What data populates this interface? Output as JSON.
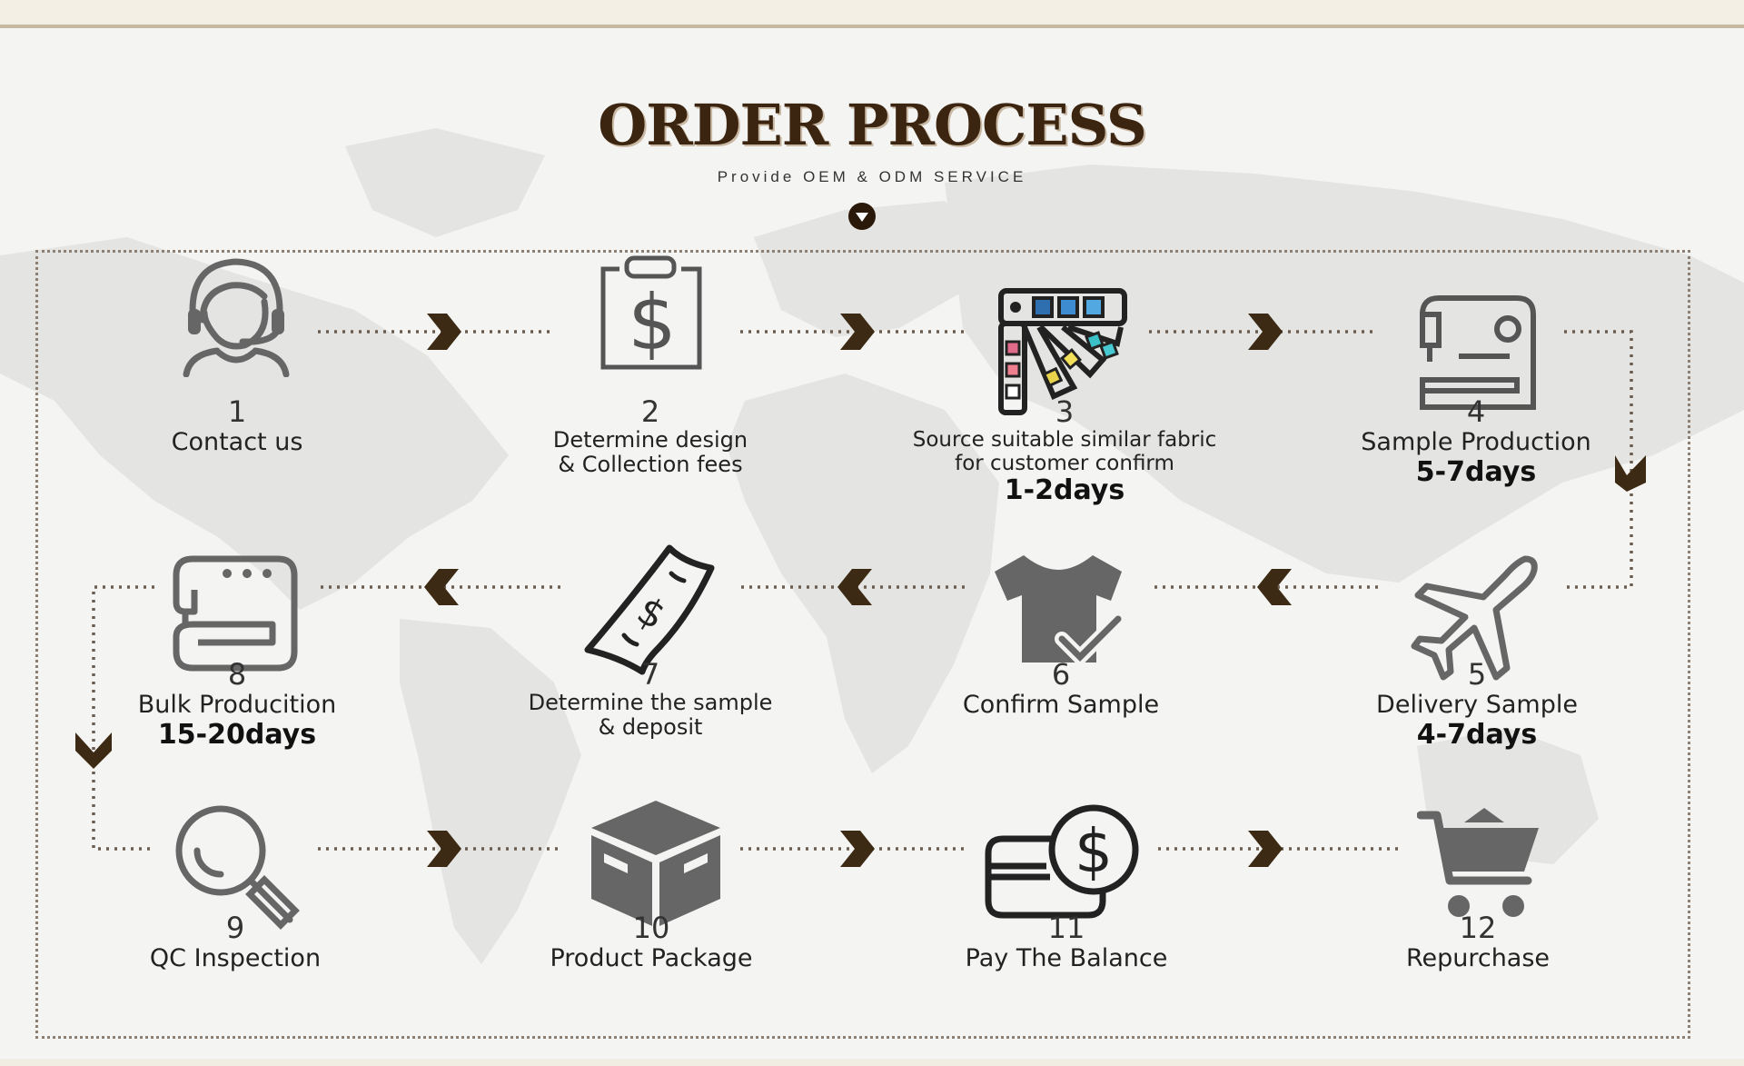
{
  "title": "ORDER PROCESS",
  "subtitle": "Provide OEM & ODM SERVICE",
  "colors": {
    "accent": "#3b2410",
    "icon": "#666666",
    "text": "#222222",
    "dots": "#6b5c50"
  },
  "steps": [
    {
      "number": "1",
      "label": "Contact us",
      "icon": "headset-person-icon"
    },
    {
      "number": "2",
      "label_lines": [
        "Determine design",
        "& Collection fees"
      ],
      "icon": "dollar-clipboard-icon"
    },
    {
      "number": "3",
      "label_lines": [
        "Source suitable similar fabric",
        "for customer confirm"
      ],
      "days": "1-2days",
      "icon": "color-swatch-icon"
    },
    {
      "number": "4",
      "label": "Sample Production",
      "days": "5-7days",
      "icon": "sewing-machine-icon"
    },
    {
      "number": "5",
      "label": "Delivery Sample",
      "days": "4-7days",
      "icon": "airplane-icon"
    },
    {
      "number": "6",
      "label": "Confirm Sample",
      "icon": "shirt-check-icon"
    },
    {
      "number": "7",
      "label_lines": [
        "Determine the sample",
        "& deposit"
      ],
      "icon": "dollar-bill-icon"
    },
    {
      "number": "8",
      "label": "Bulk Producition",
      "days": "15-20days",
      "icon": "sewing-machine-icon"
    },
    {
      "number": "9",
      "label": "QC Inspection",
      "icon": "magnifier-icon"
    },
    {
      "number": "10",
      "label": "Product Package",
      "icon": "box-icon"
    },
    {
      "number": "11",
      "label": "Pay The Balance",
      "icon": "card-dollar-icon"
    },
    {
      "number": "12",
      "label": "Repurchase",
      "icon": "shopping-cart-icon"
    }
  ]
}
